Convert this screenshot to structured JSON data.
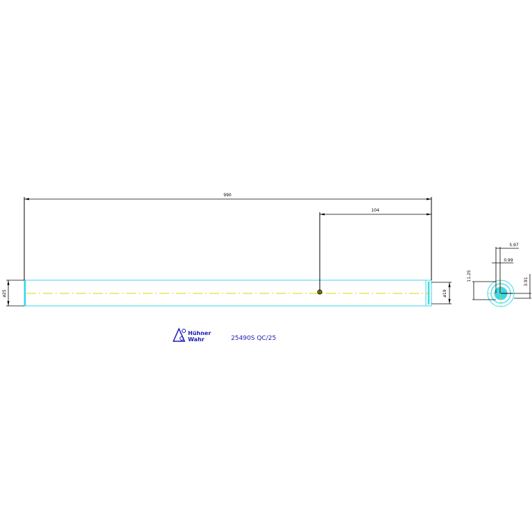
{
  "drawing": {
    "overall_length_label": "990",
    "hole_offset_label": "104",
    "left_diameter_label": "ø25",
    "right_diameter_label": "ø19",
    "section_dims": {
      "top_width": "5.97",
      "inner_width": "0.99",
      "height": "11.25",
      "right_width": "3.91"
    },
    "logo_text": {
      "line1": "Hühner",
      "line2": "Wahr"
    },
    "part_number": "25490S QC/25"
  },
  "colors": {
    "shaft": "#3ad7e8",
    "centerline": "#e6d000",
    "dimension": "#000000",
    "caption": "#1a1ab4"
  }
}
